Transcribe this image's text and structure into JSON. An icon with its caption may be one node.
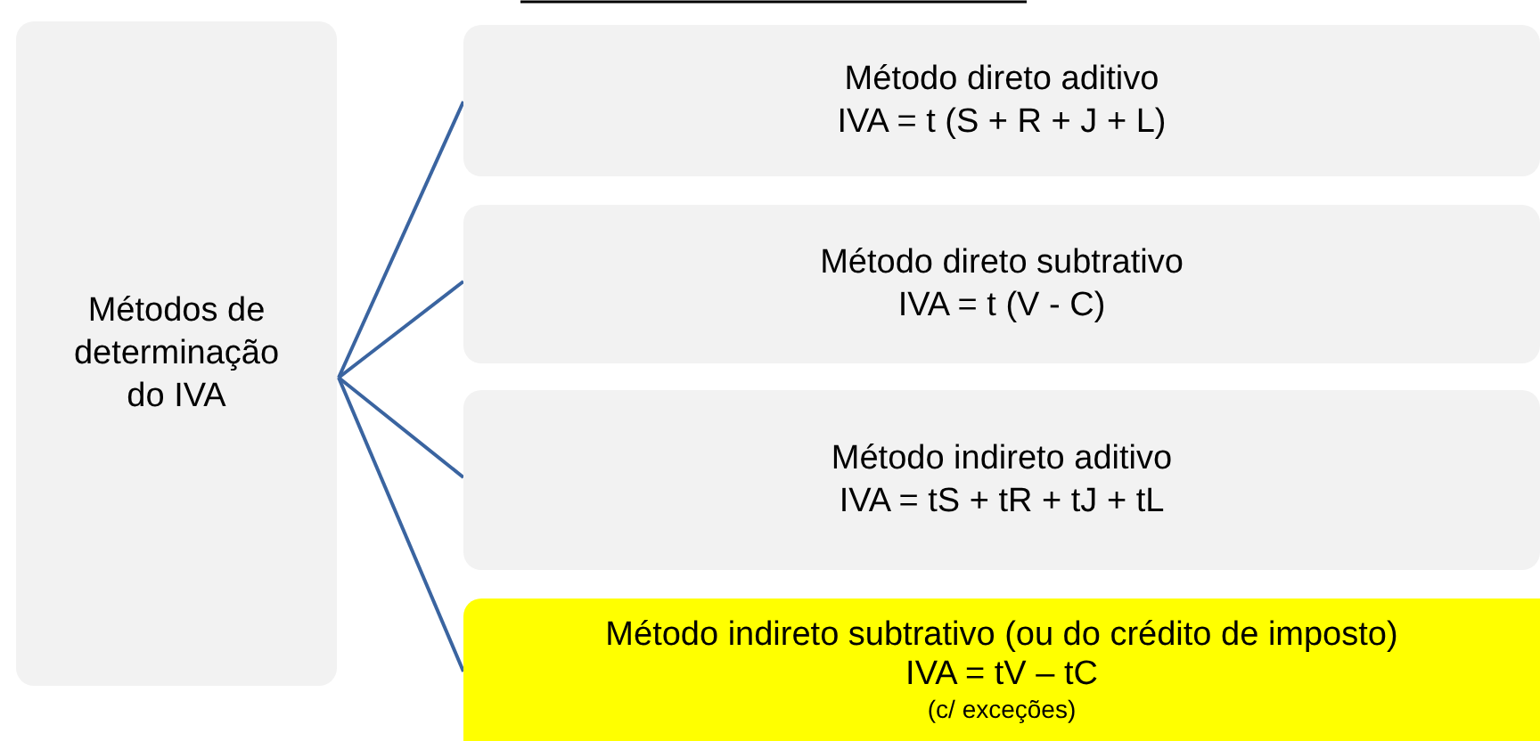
{
  "diagram": {
    "nodes": [
      {
        "text": [
          "Métodos de determinação do IVA"
        ]
      },
      {
        "text": [
          "Método direto aditivo",
          "IVA = t (S + R + J + L)"
        ]
      },
      {
        "text": [
          "Método direto subtrativo",
          "IVA = t (V - C)"
        ]
      },
      {
        "text": [
          "Método indireto aditivo",
          "IVA = tS + tR + tJ + tL"
        ]
      },
      {
        "text": [
          "Método indireto subtrativo (ou do crédito de imposto)",
          "IVA = tV – tC",
          "(c/ exceções)"
        ]
      }
    ],
    "edges": [
      {
        "from": 0,
        "to": 1,
        "arrow": "none"
      },
      {
        "from": 0,
        "to": 2,
        "arrow": "none"
      },
      {
        "from": 0,
        "to": 3,
        "arrow": "none"
      },
      {
        "from": 0,
        "to": 4,
        "arrow": "none"
      }
    ]
  }
}
